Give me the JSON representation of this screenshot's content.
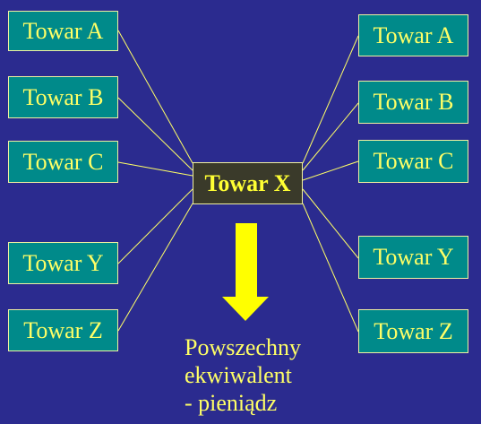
{
  "center": {
    "label": "Towar X"
  },
  "left_goods": [
    {
      "label": "Towar A"
    },
    {
      "label": "Towar B"
    },
    {
      "label": "Towar C"
    },
    {
      "label": "Towar Y"
    },
    {
      "label": "Towar Z"
    }
  ],
  "right_goods": [
    {
      "label": "Towar A"
    },
    {
      "label": "Towar B"
    },
    {
      "label": "Towar C"
    },
    {
      "label": "Towar Y"
    },
    {
      "label": "Towar Z"
    }
  ],
  "caption": {
    "line1": "Powszechny",
    "line2": "ekwiwalent",
    "line3": "- pieniądz"
  },
  "colors": {
    "background": "#2b2b8f",
    "box_fill": "#008a8a",
    "center_fill": "#3a3a2a",
    "text": "#ffff66",
    "connector": "#ffff66",
    "arrow": "#ffff00"
  }
}
